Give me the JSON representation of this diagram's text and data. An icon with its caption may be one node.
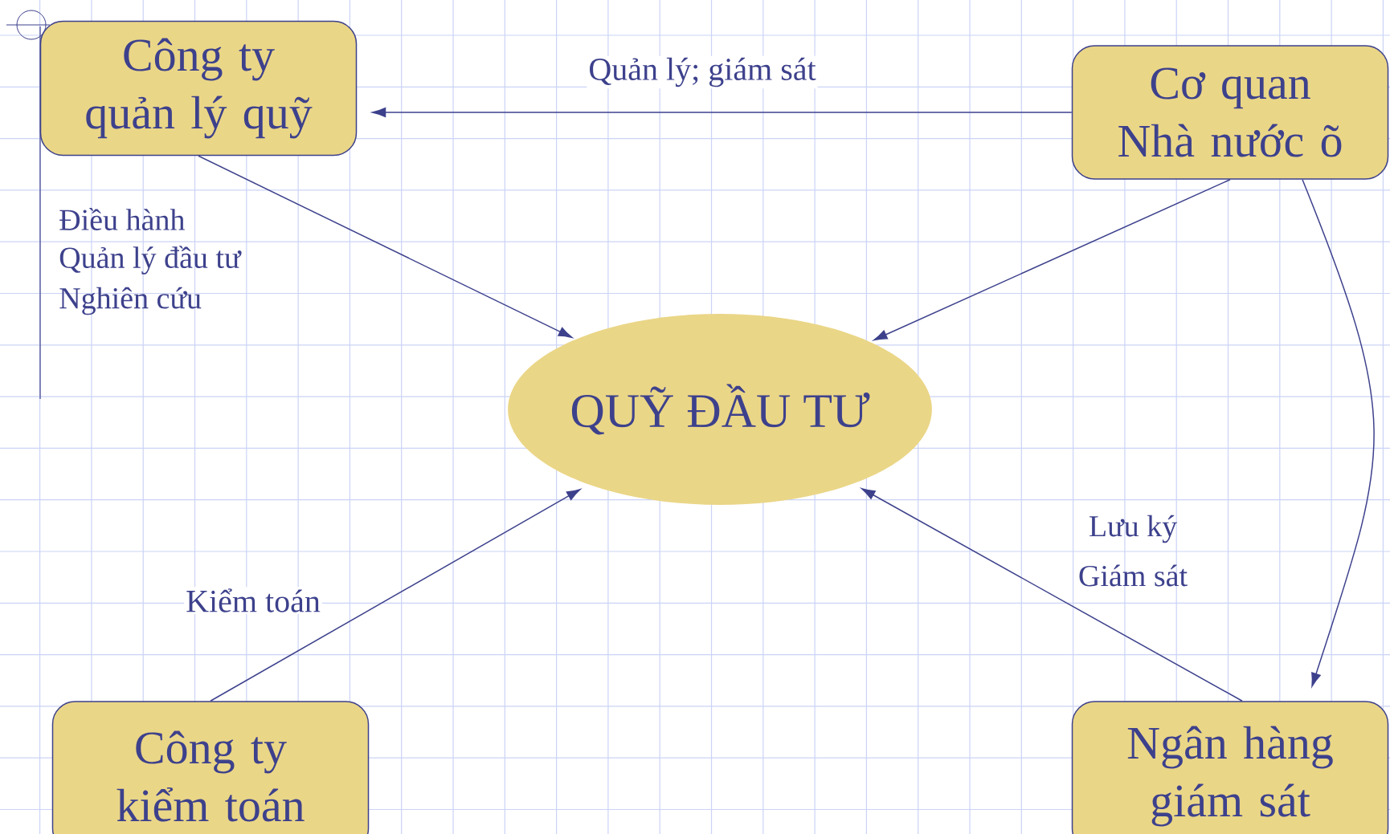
{
  "diagram": {
    "nodes": [
      {
        "text": [
          "Công ty quản lý quỹ"
        ]
      },
      {
        "text": [
          "Cơ quan Nhà nước õ"
        ]
      },
      {
        "text": [
          "QUỸ ĐẦU TƯ"
        ]
      },
      {
        "text": [
          "Công ty kiểm toán"
        ]
      },
      {
        "text": [
          "Ngân hàng giám sát"
        ]
      }
    ],
    "edges": [
      {
        "from": 1,
        "to": 0,
        "arrow": "to",
        "label": "Quản lý; giám sát"
      },
      {
        "from": 0,
        "to": 2,
        "arrow": "to"
      },
      {
        "from": 1,
        "to": 2,
        "arrow": "to"
      },
      {
        "from": 1,
        "to": 4,
        "arrow": "to"
      },
      {
        "from": 3,
        "to": 2,
        "arrow": "to",
        "label": "Kiểm toán"
      },
      {
        "from": 4,
        "to": 2,
        "arrow": "to"
      }
    ],
    "labels": [
      "Điều hành",
      "Quản lý đầu tư",
      "Nghiên cứu",
      "Lưu ký",
      "Giám sát"
    ]
  }
}
